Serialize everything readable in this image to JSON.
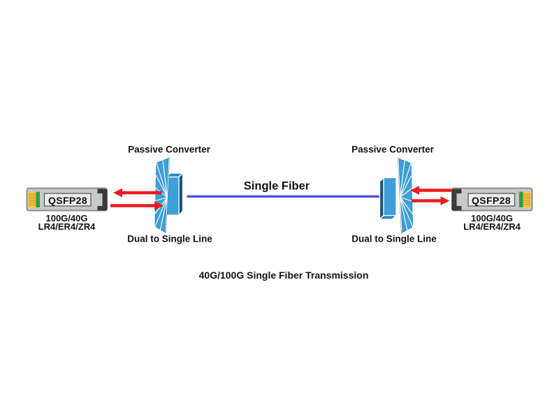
{
  "caption": "40G/100G Single Fiber Transmission",
  "fiber": {
    "label": "Single Fiber"
  },
  "converters": {
    "left": {
      "title": "Passive Converter",
      "subtitle": "Dual to Single Line"
    },
    "right": {
      "title": "Passive Converter",
      "subtitle": "Dual to Single Line"
    }
  },
  "transceivers": {
    "left": {
      "model": "QSFP28",
      "line1": "100G/40G",
      "line2": "LR4/ER4/ZR4"
    },
    "right": {
      "model": "QSFP28",
      "line1": "100G/40G",
      "line2": "LR4/ER4/ZR4"
    }
  },
  "icons": {
    "left_top_arrow": "red-arrow-left",
    "left_bottom_arrow": "red-arrow-right",
    "right_top_arrow": "red-arrow-left",
    "right_bottom_arrow": "red-arrow-right"
  },
  "colors": {
    "red": "#EC1C1C",
    "fiber_blue": "#4A4ADF",
    "fiber_highlight": "#9A9AF0",
    "converter_blue": "#3F9FD8",
    "converter_blue_dark": "#17507A",
    "converter_blue_mid": "#2E8AC0",
    "converter_outline": "#2F86BD",
    "module_gray": "#C9C9C9",
    "module_border": "#8E8E8E",
    "module_cap": "#3B3B3B",
    "module_label_bg": "#EDEDED",
    "module_label_border": "#4F4F4F",
    "connector_yellow": "#F2C63E",
    "connector_stripe": "#D89B25",
    "connector_green": "#2D9C4F",
    "text": "#121212"
  }
}
